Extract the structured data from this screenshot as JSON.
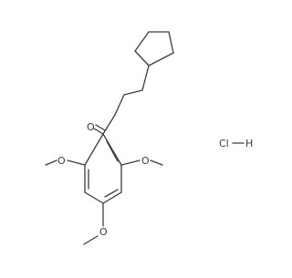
{
  "molecule": {
    "atoms": {
      "carbonyl_oxygen": "O",
      "methoxy_left_oxygen": "O",
      "methoxy_right_oxygen": "O",
      "methoxy_para_oxygen": "O"
    },
    "salt": {
      "chlorine": "Cl",
      "hydrogen": "H"
    }
  },
  "colors": {
    "bond": "#3c3c3c",
    "text": "#3c3c3c",
    "background": "#ffffff"
  }
}
